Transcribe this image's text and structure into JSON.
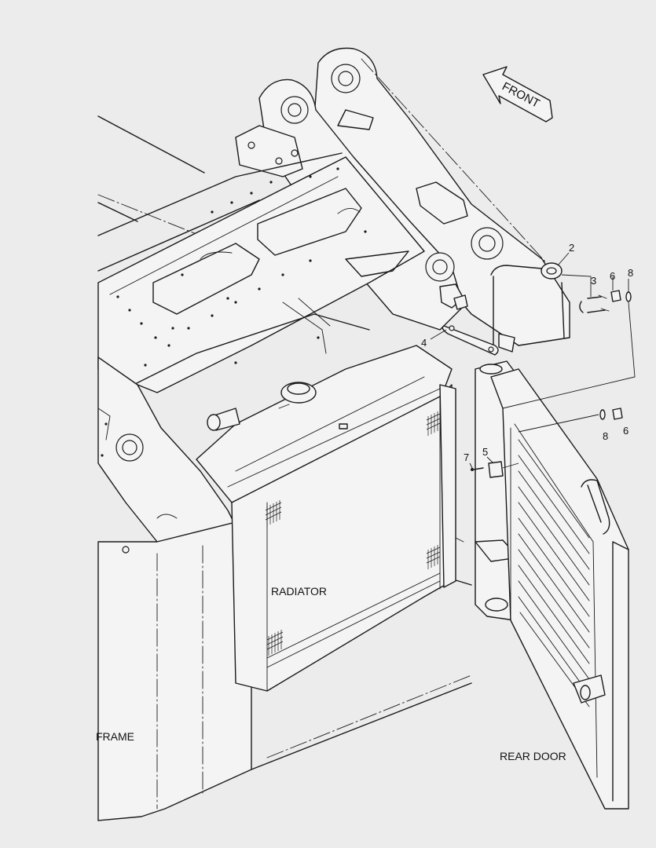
{
  "direction_arrow": {
    "label": "FRONT"
  },
  "callouts": {
    "c2": "2",
    "c3": "3",
    "c4": "4",
    "c5": "5",
    "c6a": "6",
    "c8a": "8",
    "c8b": "8",
    "c6b": "6",
    "c7": "7"
  },
  "component_labels": {
    "radiator": "RADIATOR",
    "frame": "FRAME",
    "rear_door": "REAR DOOR"
  }
}
